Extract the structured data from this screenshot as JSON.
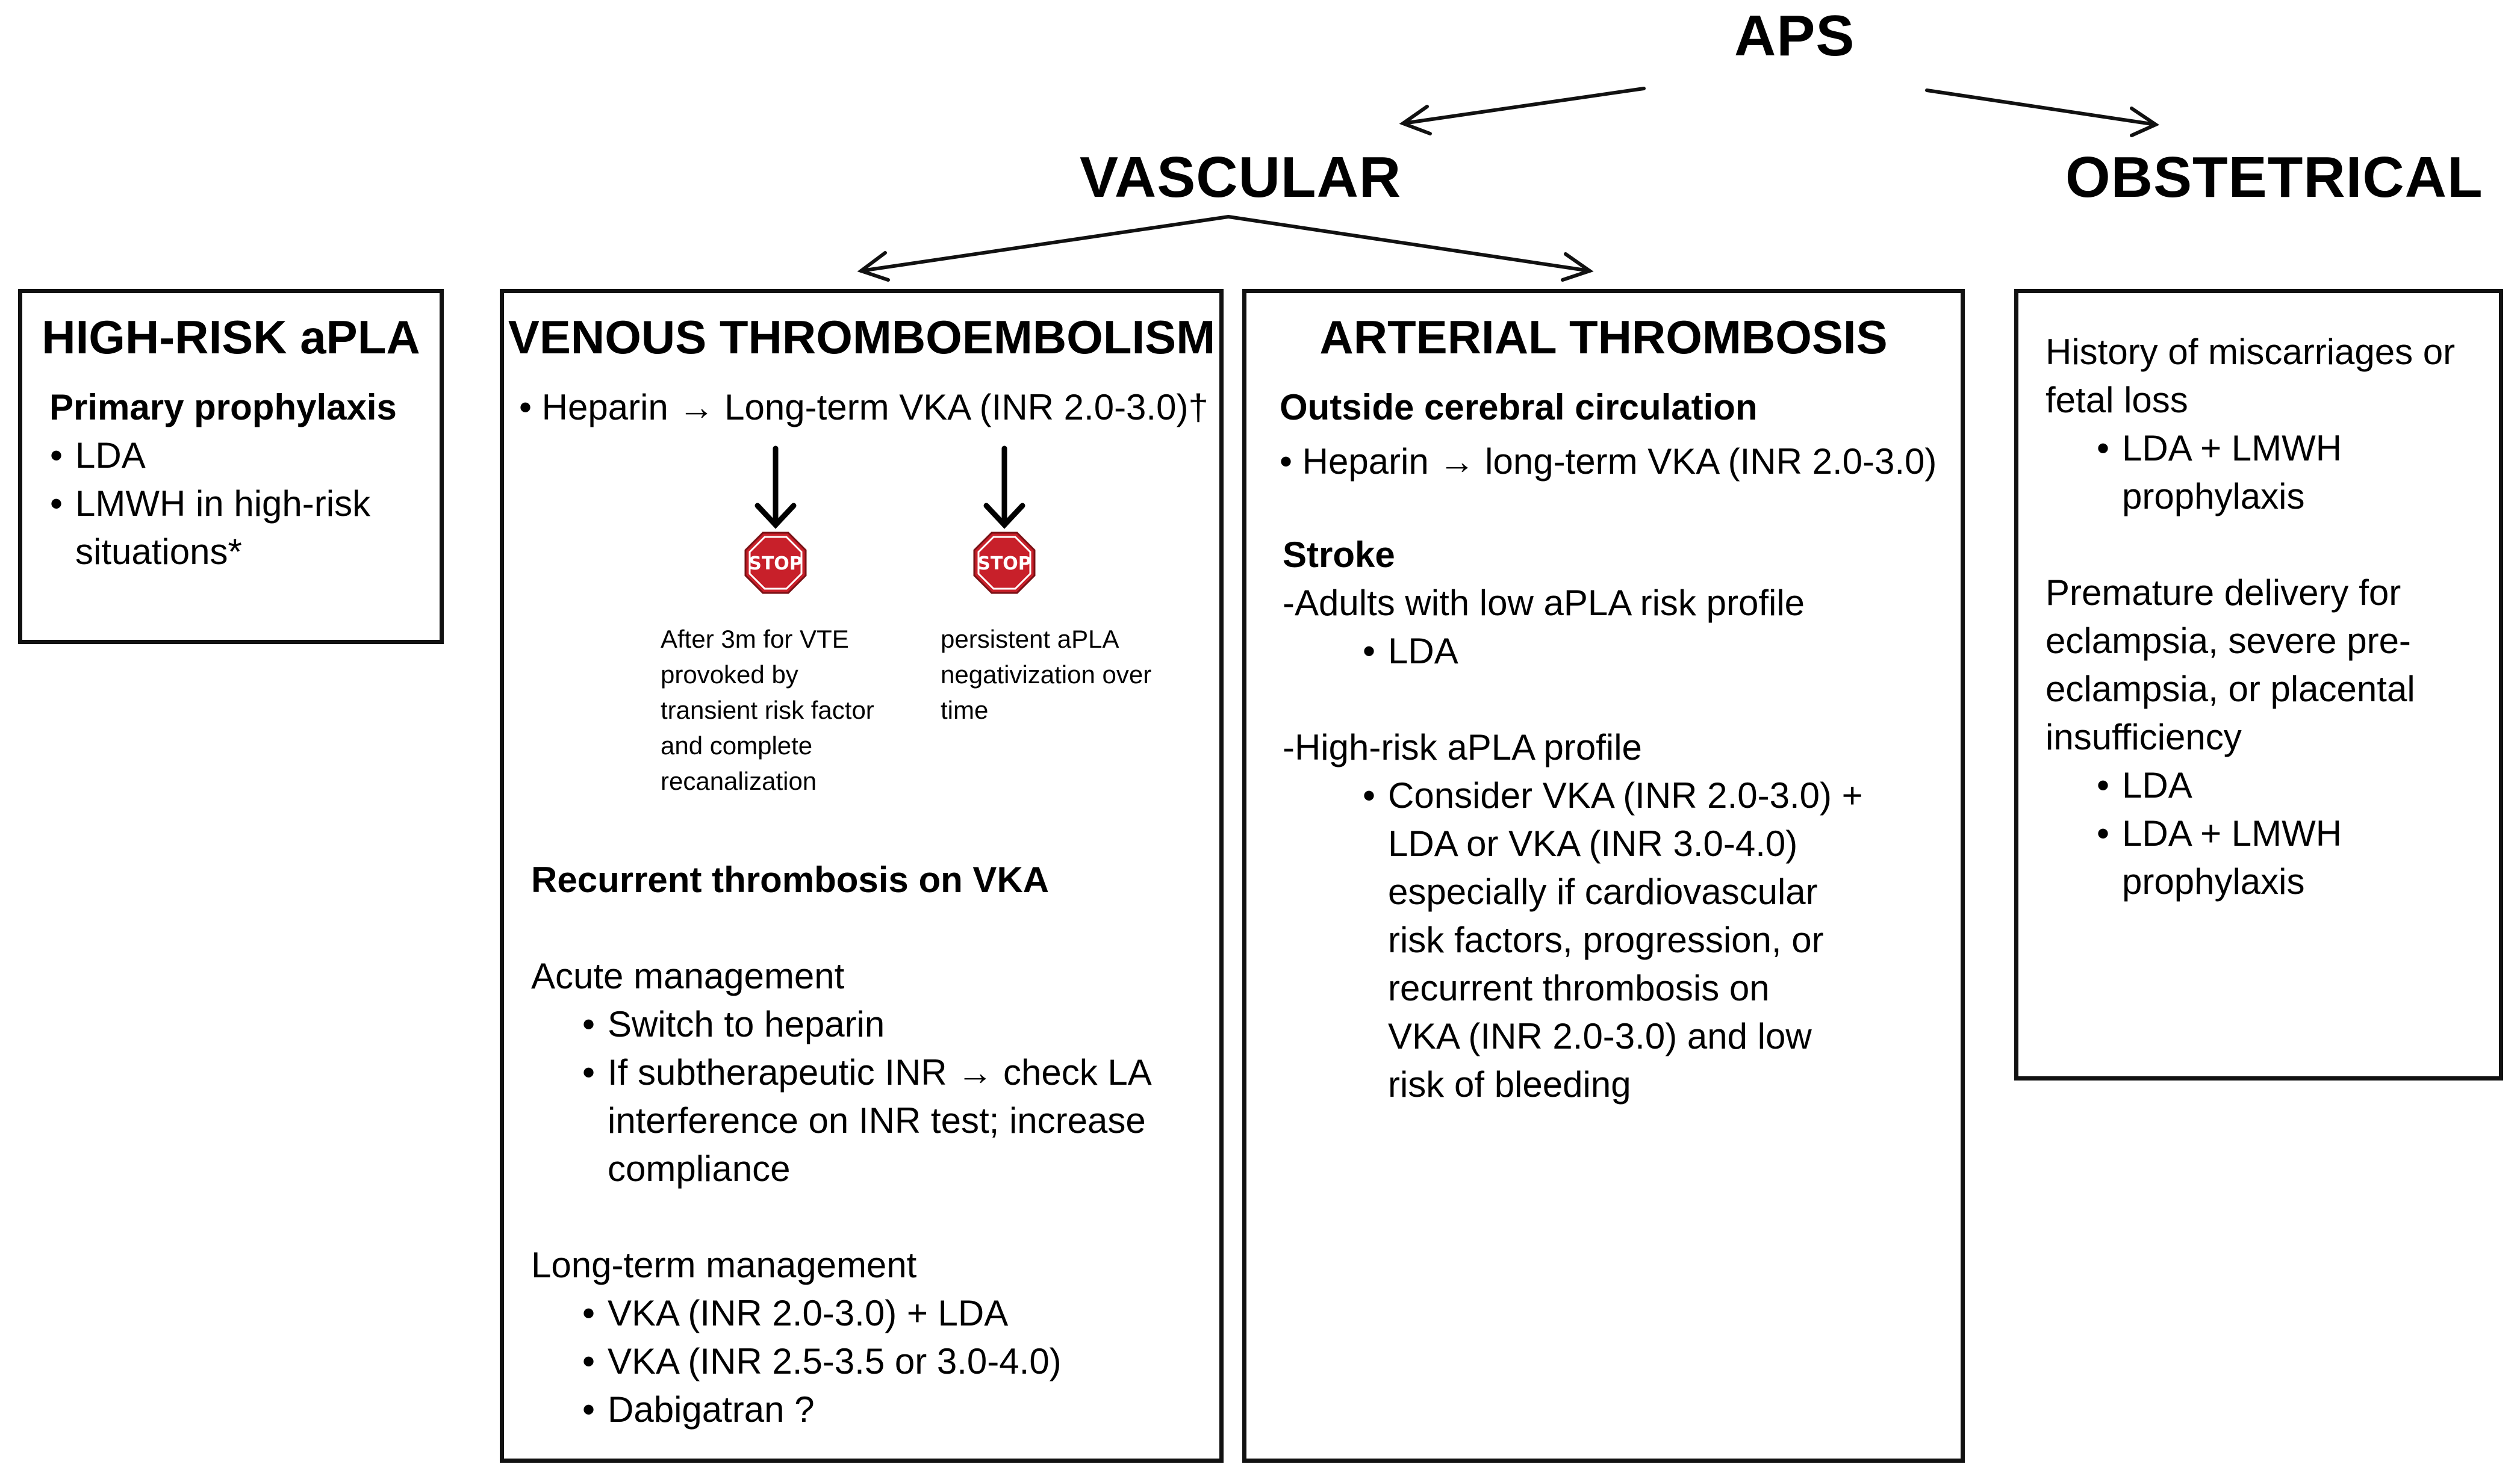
{
  "top": {
    "aps": "APS",
    "vascular": "VASCULAR",
    "obstetrical": "OBSTETRICAL"
  },
  "high_risk": {
    "title": "HIGH-RISK aPLA",
    "subtitle": "Primary prophylaxis",
    "item1": "LDA",
    "item2_line1": "LMWH in high-risk",
    "item2_line2": "situations*"
  },
  "vte": {
    "title": "VENOUS THROMBOEMBOLISM",
    "line1": "• Heparin → Long-term VKA (INR 2.0-3.0)†",
    "stop_label": "STOP",
    "stop1_lines": [
      "After 3m for VTE",
      "provoked by",
      "transient risk factor",
      "and complete",
      "recanalization"
    ],
    "stop2_lines": [
      "persistent aPLA",
      "negativization over",
      "time"
    ],
    "recurrent": "Recurrent thrombosis on VKA",
    "acute": "Acute management",
    "acute_item1": "Switch to heparin",
    "acute_item2_lines": [
      "If subtherapeutic INR → check LA",
      "interference on INR test; increase",
      "compliance"
    ],
    "longterm": "Long-term management",
    "long_item1": "VKA (INR 2.0-3.0) + LDA",
    "long_item2": "VKA (INR 2.5-3.5 or 3.0-4.0)",
    "long_item3": "Dabigatran ?"
  },
  "arterial": {
    "title": "ARTERIAL THROMBOSIS",
    "outside": "Outside cerebral circulation",
    "outside_item": "• Heparin → long-term VKA (INR 2.0-3.0)",
    "stroke": "Stroke",
    "adults": "-Adults with low aPLA risk profile",
    "adults_item": "LDA",
    "highrisk": "-High-risk aPLA profile",
    "highrisk_item_lines": [
      "Consider VKA (INR 2.0-3.0) +",
      "LDA or VKA (INR 3.0-4.0)",
      "especially if cardiovascular",
      "risk factors, progression, or",
      "recurrent  thrombosis on",
      "VKA (INR 2.0-3.0) and low",
      "risk of bleeding"
    ]
  },
  "obstetrical": {
    "history_lines": [
      "History of miscarriages or",
      "fetal loss"
    ],
    "history_item_lines": [
      "LDA + LMWH",
      "prophylaxis"
    ],
    "premature_lines": [
      "Premature delivery for",
      "eclampsia, severe pre-",
      "eclampsia, or placental",
      "insufficiency"
    ],
    "prem_item1": "LDA",
    "prem_item2_lines": [
      "LDA + LMWH",
      "prophylaxis"
    ]
  },
  "colors": {
    "stop_sign": "#c8202a",
    "border": "#111111"
  }
}
